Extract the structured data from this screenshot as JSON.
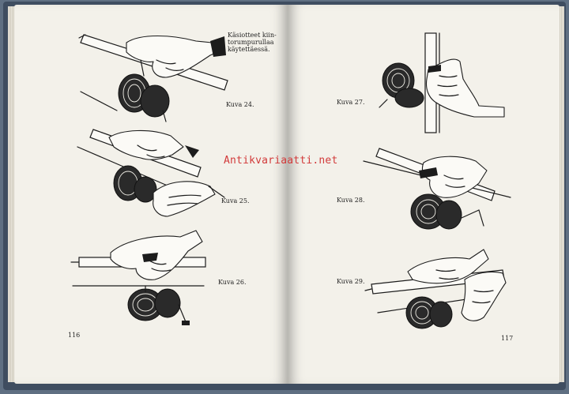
{
  "left_page": {
    "heading_lines": [
      "Käsiotteet kiin-",
      "torumpurullaa",
      "käytettäessä."
    ],
    "captions": [
      "Kuva 24.",
      "Kuva 25.",
      "Kuva 26."
    ],
    "page_number": "116"
  },
  "right_page": {
    "captions": [
      "Kuva 27.",
      "Kuva 28.",
      "Kuva 29."
    ],
    "page_number": "117"
  },
  "watermark": "Antikvariaatti.net",
  "figures": [
    {
      "caption": "Kuva 24.",
      "depicts": "hand-holding-rod-with-reel"
    },
    {
      "caption": "Kuva 25.",
      "depicts": "hand-holding-rod-with-reel"
    },
    {
      "caption": "Kuva 26.",
      "depicts": "hand-holding-rod-with-reel"
    },
    {
      "caption": "Kuva 27.",
      "depicts": "hand-holding-vertical-rod-with-reel"
    },
    {
      "caption": "Kuva 28.",
      "depicts": "hand-holding-rod-with-reel"
    },
    {
      "caption": "Kuva 29.",
      "depicts": "hand-holding-rod-with-reel"
    }
  ],
  "colors": {
    "paper": "#f3f1ea",
    "ink": "#1c1c1c",
    "watermark": "#d23a3a",
    "cover": "#3f4d60"
  }
}
